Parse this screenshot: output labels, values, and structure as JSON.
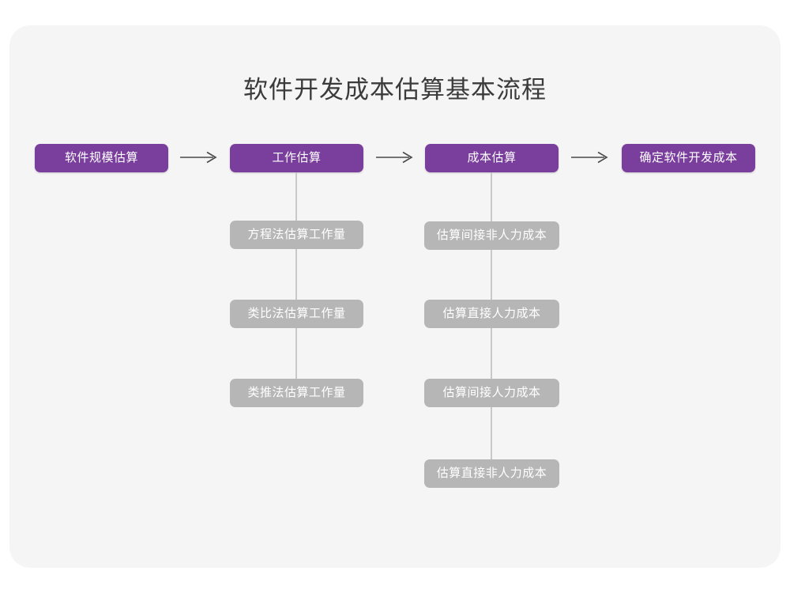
{
  "page": {
    "background": "#ffffff",
    "card_background": "#f5f5f6"
  },
  "title": "软件开发成本估算基本流程",
  "colors": {
    "primary": "#7a3f9d",
    "secondary": "#b6b6b6",
    "connector": "#c9c9c9",
    "arrow": "#4a4a4a",
    "title_text": "#3b3b3b",
    "node_text": "#ffffff"
  },
  "flow": {
    "main_steps": [
      {
        "label": "软件规模估算",
        "has_children": false
      },
      {
        "label": "工作估算",
        "has_children": true
      },
      {
        "label": "成本估算",
        "has_children": true
      },
      {
        "label": "确定软件开发成本",
        "has_children": false
      }
    ],
    "arrows": [
      {
        "glyph": "→",
        "from": "软件规模估算",
        "to": "工作估算"
      },
      {
        "glyph": "→",
        "from": "工作估算",
        "to": "成本估算"
      },
      {
        "glyph": "→",
        "from": "成本估算",
        "to": "确定软件开发成本"
      }
    ],
    "branches": [
      {
        "parent": "工作估算",
        "children": [
          "方程法估算工作量",
          "类比法估算工作量",
          "类推法估算工作量"
        ]
      },
      {
        "parent": "成本估算",
        "children": [
          "估算间接非人力成本",
          "估算直接人力成本",
          "估算间接人力成本",
          "估算直接非人力成本"
        ]
      }
    ]
  }
}
